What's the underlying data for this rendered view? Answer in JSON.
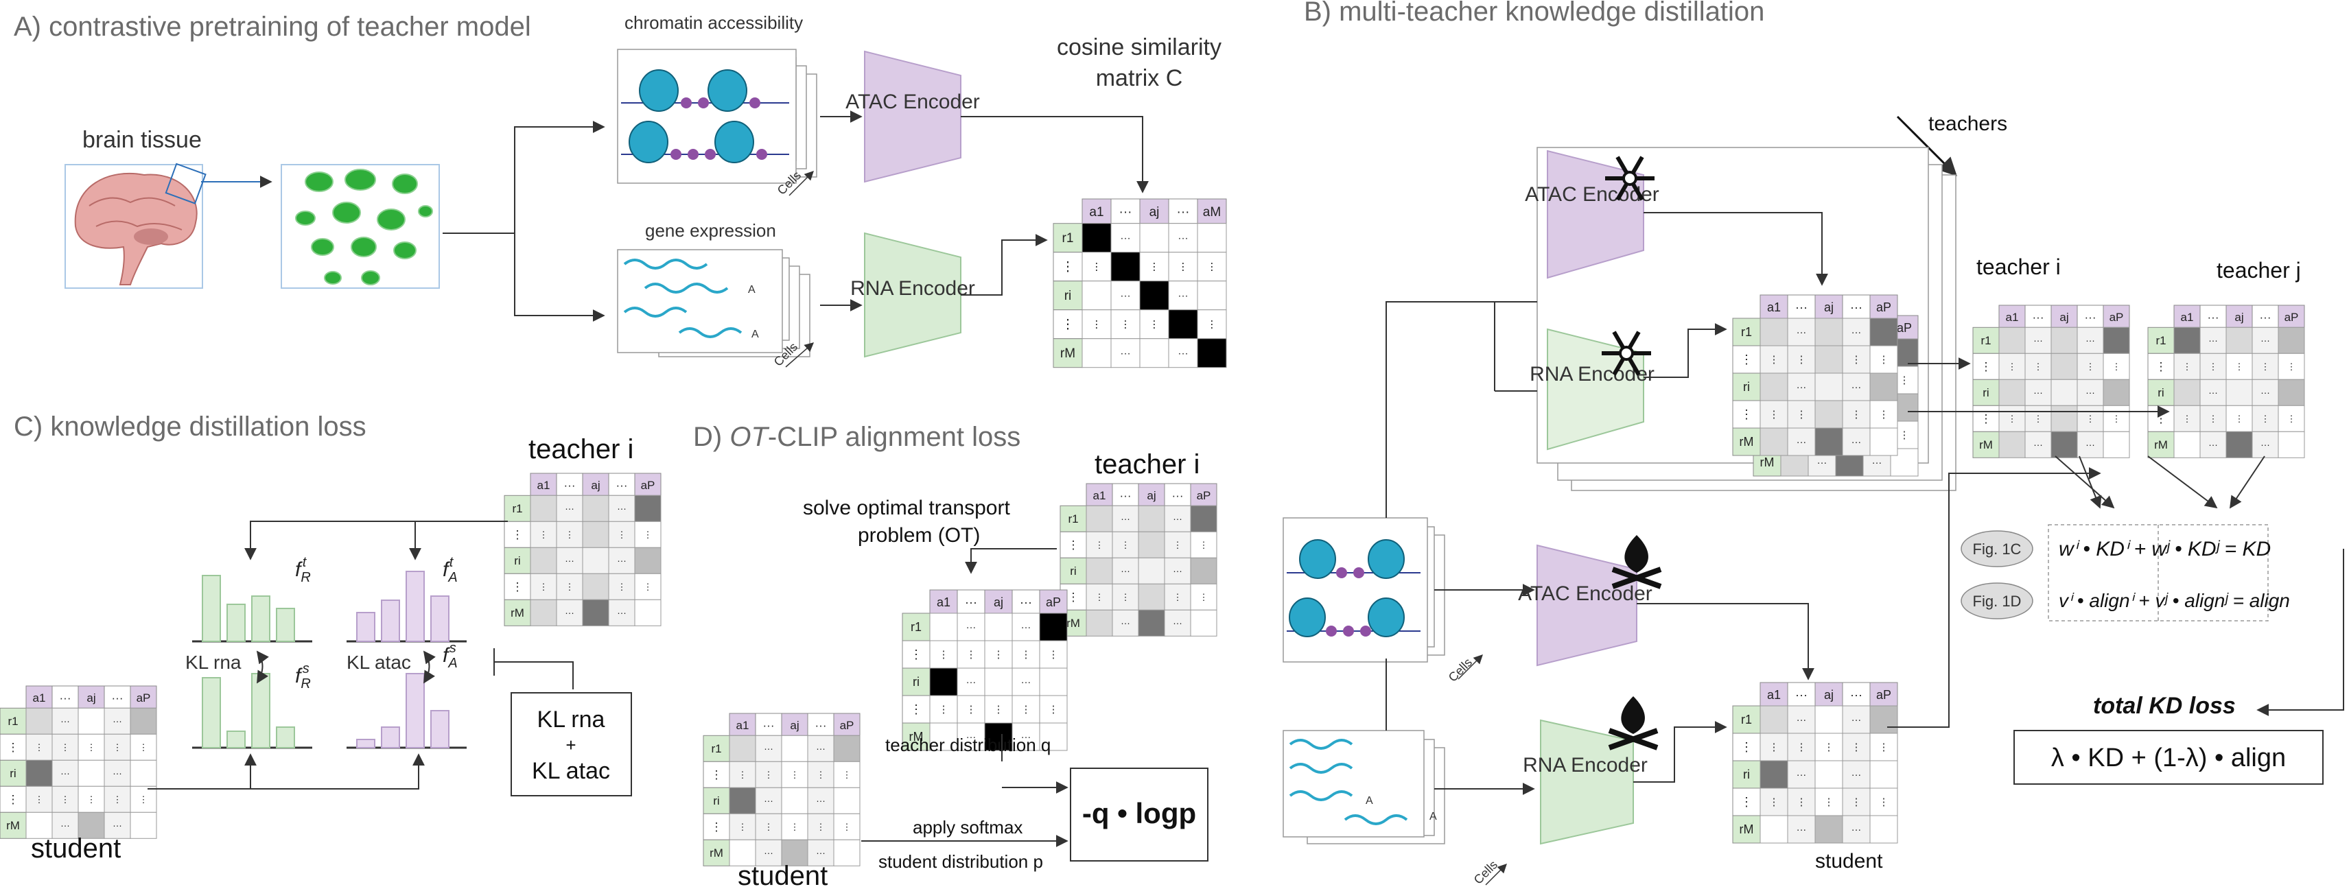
{
  "panels": {
    "a": {
      "title": "A) contrastive pretraining of teacher model",
      "brain_label": "brain tissue",
      "chromatin_label": "chromatin accessibility",
      "gene_label": "gene expression",
      "cells_label": "Cells",
      "atac_encoder": "ATAC Encoder",
      "rna_encoder": "RNA Encoder",
      "cosine_line1": "cosine similarity",
      "cosine_line2": "matrix C",
      "dna_letter": "A"
    },
    "b": {
      "title": "B) multi-teacher knowledge distillation",
      "teachers_label": "teachers",
      "teacher_i": "teacher i",
      "teacher_j": "teacher j",
      "student_label": "student",
      "fig1c": "Fig. 1C",
      "fig1d": "Fig. 1D",
      "kd_expr": "wⁱ • KDⁱ + wʲ • KDʲ = KD",
      "align_expr": "vⁱ • alignⁱ + vʲ • alignʲ = align",
      "total_label": "total KD loss",
      "total_expr": "λ • KD  +  (1-λ) • align"
    },
    "c": {
      "title": "C) knowledge distillation loss",
      "teacher_i": "teacher i",
      "student_label": "student",
      "kl_rna": "KL rna",
      "kl_atac": "KL atac",
      "kl_box_line1": "KL rna",
      "kl_box_plus": "+",
      "kl_box_line2": "KL atac",
      "f_r_t": "fR t",
      "f_a_t": "fA t",
      "f_r_s": "fR s",
      "f_a_s": "fA s"
    },
    "d": {
      "title_prefix": "D) ",
      "title_italic": "OT",
      "title_rest": "-CLIP alignment loss",
      "teacher_i": "teacher i",
      "ot_line1": "solve optimal transport",
      "ot_line2": "problem (OT)",
      "teacher_dist": "teacher distribution q",
      "apply_softmax": "apply softmax",
      "student_dist": "student distribution p",
      "loss_expr": "-q • logp",
      "student_label": "student"
    }
  },
  "matrix_labels": {
    "cols_M": [
      "a1",
      "···",
      "aj",
      "···",
      "aM"
    ],
    "rows_M": [
      "r1",
      "⋮",
      "ri",
      "⋮",
      "rM"
    ],
    "cols_P": [
      "a1",
      "···",
      "aj",
      "···",
      "aP"
    ],
    "rows_P": [
      "r1",
      "⋮",
      "ri",
      "⋮",
      "rM"
    ],
    "ellipsis_h": "···",
    "ellipsis_v": "⋮"
  },
  "colors": {
    "atac": "#dccbe6",
    "atac_border": "#b79fcb",
    "rna": "#d8ecd4",
    "rna_border": "#9cc79a",
    "header_purple": "#dccbe6",
    "header_green": "#d6ecd0",
    "title_gray": "#6b6b6b",
    "green_blob": "#2fae3a"
  },
  "chart_c": {
    "teacher_rna": [
      0.8,
      0.45,
      0.55,
      0.4
    ],
    "teacher_atac": [
      0.35,
      0.5,
      0.85,
      0.55
    ],
    "student_rna": [
      0.85,
      0.2,
      0.9,
      0.25
    ],
    "student_atac": [
      0.1,
      0.25,
      0.9,
      0.45
    ]
  },
  "icons": [
    "snowflake-icon",
    "fire-icon",
    "brain-icon",
    "nucleosome-icon",
    "rna-wave-icon"
  ]
}
